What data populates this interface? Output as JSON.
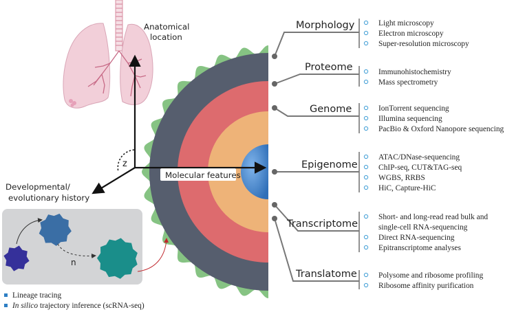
{
  "axes": {
    "vertical_label_line1": "Anatomical",
    "vertical_label_line2": "location",
    "horizontal_label": "Molecular features",
    "depth_label": "z",
    "diagonal_label_line1": "Developmental/",
    "diagonal_label_line2": "evolutionary history"
  },
  "lineage_box": {
    "step_label": "n"
  },
  "legend": [
    {
      "text": "Lineage tracing",
      "italic_prefix": ""
    },
    {
      "text": " trajectory inference (scRNA-seq)",
      "italic_prefix": "In silico"
    }
  ],
  "layers": [
    {
      "title": "Morphology",
      "methods": [
        "Light microscopy",
        "Electron microscopy",
        "Super-resolution microscopy"
      ]
    },
    {
      "title": "Proteome",
      "methods": [
        "Immunohistochemistry",
        "Mass spectrometry"
      ]
    },
    {
      "title": "Genome",
      "methods": [
        "IonTorrent sequencing",
        "Illumina sequencing",
        "PacBio & Oxford Nanopore sequencing"
      ]
    },
    {
      "title": "Epigenome",
      "methods": [
        "ATAC/DNase-sequencing",
        "ChIP-seq, CUT&TAG-seq",
        "WGBS, RRBS",
        "HiC, Capture-HiC"
      ]
    },
    {
      "title": "Transcriptome",
      "methods": [
        "Short- and long-read read bulk and",
        "single-cell RNA-sequencing",
        "Direct RNA-sequencing",
        "Epitranscriptome analyses"
      ]
    },
    {
      "title": "Translatome",
      "methods": [
        "Polysome and ribosome profiling",
        "Ribosome affinity purification"
      ]
    }
  ],
  "colors": {
    "ring_green": "#86c383",
    "ring_slate": "#565e6e",
    "ring_red": "#dd6b6e",
    "ring_orange": "#eeb378",
    "core_blue": "#4a86cc",
    "bullet_blue": "#4aa3d8",
    "lung_pink": "#f2cfd9",
    "lineage_blue": "#3a6ea5",
    "lineage_navy": "#35309a",
    "lineage_teal": "#1a8e8a"
  }
}
